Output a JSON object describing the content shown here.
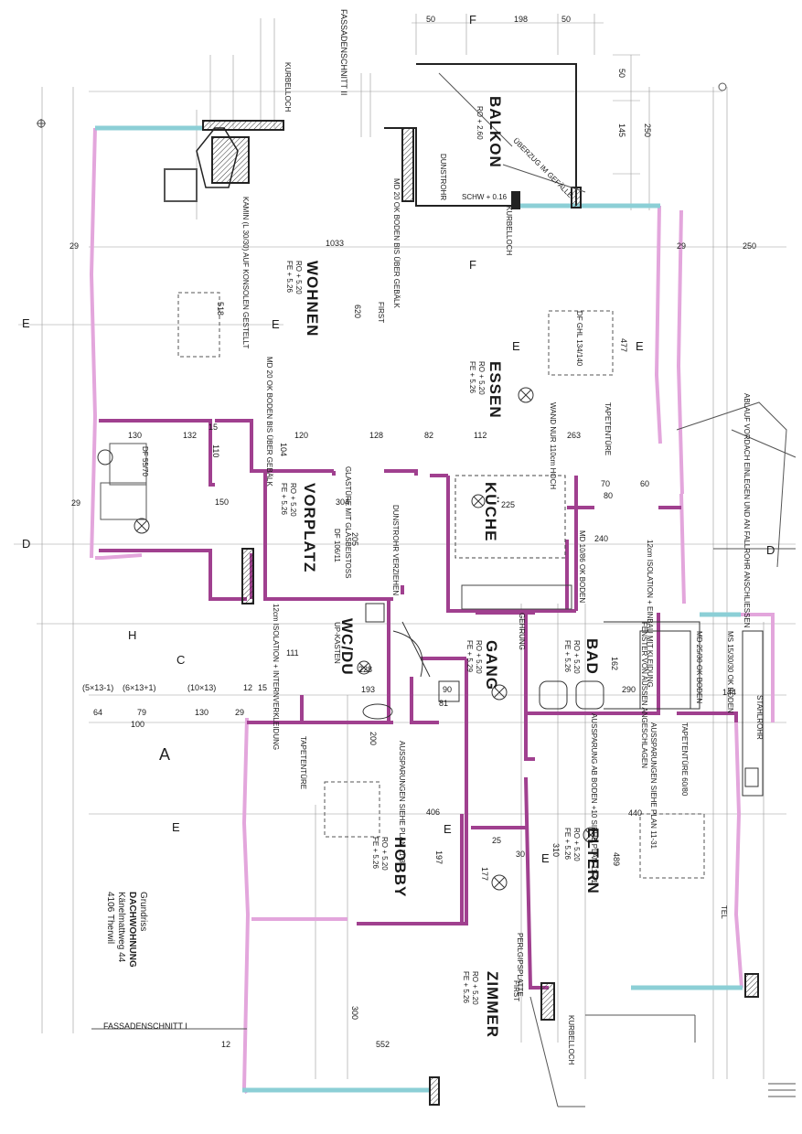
{
  "rooms": {
    "wohnen": "WOHNEN",
    "essen": "ESSEN",
    "balkon": "BALKON",
    "vorplatz": "VORPLATZ",
    "kueche": "KÜCHE",
    "wc_du": "WC/DU",
    "gang": "GANG",
    "bad": "BAD",
    "hobby": "HOBBY",
    "eltern": "ELTERN",
    "zimmer": "ZIMMER"
  },
  "room_values": {
    "wohnen": [
      "RO + 5.20",
      "FE + 5.26"
    ],
    "essen": [
      "RO + 5.20",
      "FE + 5.26"
    ],
    "balkon": [
      "RO + 2.60"
    ],
    "vorplatz": [
      "RO + 5.20",
      "FE + 5.26"
    ],
    "gang": [
      "RO + 5.20",
      "FE + 5.29"
    ],
    "bad": [
      "RO + 5.20",
      "FE + 5.26"
    ],
    "hobby": [
      "RO + 5.20",
      "FE + 5.26"
    ],
    "eltern": [
      "RO + 5.20",
      "FE + 5.26"
    ],
    "zimmer": [
      "RO + 5.20",
      "FE + 5.26"
    ]
  },
  "title_block": {
    "line1": "Grundriss",
    "line2": "DACHWOHNUNG",
    "line3": "Känelmattweg 44",
    "line4": "4106 Therwil"
  },
  "sections": {
    "fassadenschnitt_1": "FASSADENSCHNITT I",
    "fassadenschnitt_2": "FASSADENSCHNITT II",
    "a": "A",
    "e": "E",
    "f": "F",
    "d": "D",
    "h": "H",
    "c": "C"
  },
  "dimensions": {
    "top_50a": "50",
    "top_198": "198",
    "top_50b": "50",
    "right_50": "50",
    "right_145": "145",
    "right_250": "250",
    "right_29": "29",
    "right_250b": "250",
    "d_1033": "1033",
    "d_518": "518",
    "d_620": "620",
    "d_477": "477",
    "d_132": "132",
    "d_130": "130",
    "d_110": "110",
    "d_104": "104",
    "d_82": "82",
    "d_112": "112",
    "d_263": "263",
    "d_120": "120",
    "d_128": "128",
    "d_150": "150",
    "d_304": "304",
    "d_205": "205",
    "d_225": "225",
    "d_240": "240",
    "d_144": "144",
    "d_440": "440",
    "d_552": "552",
    "d_300": "300",
    "d_489": "489",
    "d_310": "310",
    "d_197": "197",
    "d_177": "177",
    "d_406": "406",
    "d_200": "200",
    "d_228": "228",
    "d_193": "193",
    "d_111": "111",
    "d_81": "81",
    "d_90": "90",
    "d_290": "290",
    "d_162": "162",
    "b_5x13": "(5×13-1)",
    "b_6x13": "(6×13+1)",
    "b_10x13": "(10×13)",
    "b_64": "64",
    "b_79": "79",
    "b_130": "130",
    "b_100": "100",
    "b_29a": "29",
    "b_29b": "29",
    "b_29c": "29",
    "b_12a": "12",
    "b_12b": "12",
    "b_15a": "15",
    "b_15b": "15",
    "d_70": "70",
    "d_60": "60",
    "d_80": "80",
    "d_30": "30",
    "d_25": "25"
  },
  "notes": {
    "kamin": "KAMIN (L 30/30) AUF KONSOLEN GESTELLT",
    "md_top": "MD 20 OK BODEN BIS ÜBER GEBÄLK",
    "md_left": "MD 20 OK BODEN BIS ÜBER GEBÄLK",
    "kurbelloch_top": "KURBELLOCH",
    "kurbelloch_mid": "KURBELLOCH",
    "kurbelloch_bot": "KURBELLOCH",
    "dunstrohr": "DUNSTROHR",
    "dunstrohr_verzieh": "DUNSTROHR VERZIEHEN",
    "ueberzug": "ÜBERZUG IM GEFÄLLE",
    "schw": "SCHW + 0.16",
    "wand_nur": "WAND NUR 110cm HOCH",
    "tapetentuere_1": "TAPETENTÜRE",
    "tapetentuere_2": "TAPETENTÜRE",
    "tapetentuere_3": "TAPETENTÜRE 60/80",
    "ablauf": "ABLAUF VORDACH EINLEGEN UND AN FALLROHR ANSCHLIESSEN",
    "glastuere": "GLASTÜRE MIT GLASBEISTOSS",
    "isolation_1": "12cm ISOLATION + EINBAU MIT KLEIDUNG",
    "isolation_2": "12cm ISOLATION + INTERNVERKLEIDUNG",
    "aussparung_1": "AUSSPARUNGEN SIEHE PLAN 11-31",
    "aussparung_2": "AUSSPARUNGEN SIEHE PLAN 11-31",
    "aussparung_3": "AUSSPARUNG AB BODEN +10 SIEHE PLAN 11-31",
    "fenster": "FENSTER VON AUSSEN ANGESCHLAGEN",
    "pfettplatte": "PERLGIPSPLATTE",
    "stahlrohr": "STAHLROHR",
    "first_1": "FIRST",
    "first_2": "FIRST",
    "ms_boden": "MS 15/30/30 OK BODEN",
    "md_boden": "MD 25/30 OK BODEN",
    "ok_boden": "MD 10/86 OK BODEN",
    "uf_kasten": "UP-KASTEN",
    "gehr": "GEHRUNG",
    "tel": "TEL",
    "sw": "DF GHL 134/140",
    "df": "DF 106/11",
    "dfk": "DF 55/70"
  },
  "colors": {
    "ink": "#2b2b2b",
    "partition": "#a0408f",
    "outline": "#e3a6dc",
    "window": "#8ccfd6"
  }
}
